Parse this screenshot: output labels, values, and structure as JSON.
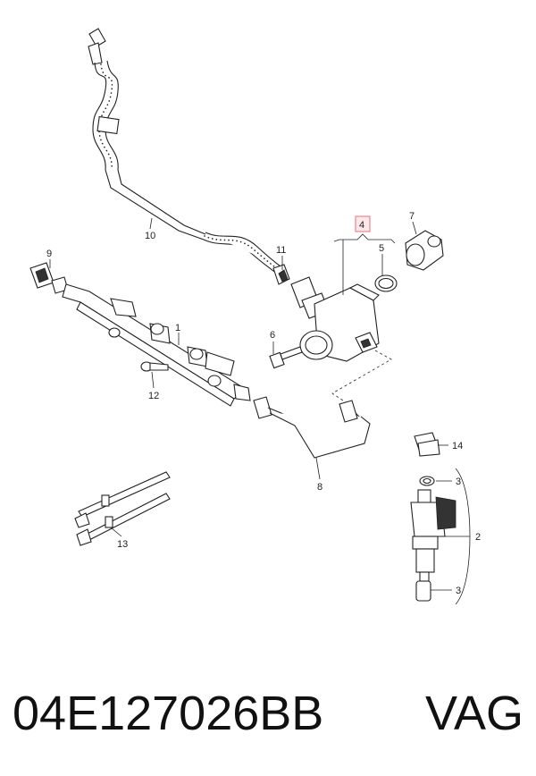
{
  "callouts": {
    "c1": "1",
    "c2": "2",
    "c3a": "3",
    "c3b": "3",
    "c4": "4",
    "c5": "5",
    "c6": "6",
    "c7": "7",
    "c8": "8",
    "c9": "9",
    "c10": "10",
    "c11": "11",
    "c12": "12",
    "c13": "13",
    "c14": "14"
  },
  "caption": {
    "part_number": "04E127026BB",
    "brand": "VAG"
  },
  "colors": {
    "line": "#222222",
    "highlight_box": "#f3b9c0"
  }
}
